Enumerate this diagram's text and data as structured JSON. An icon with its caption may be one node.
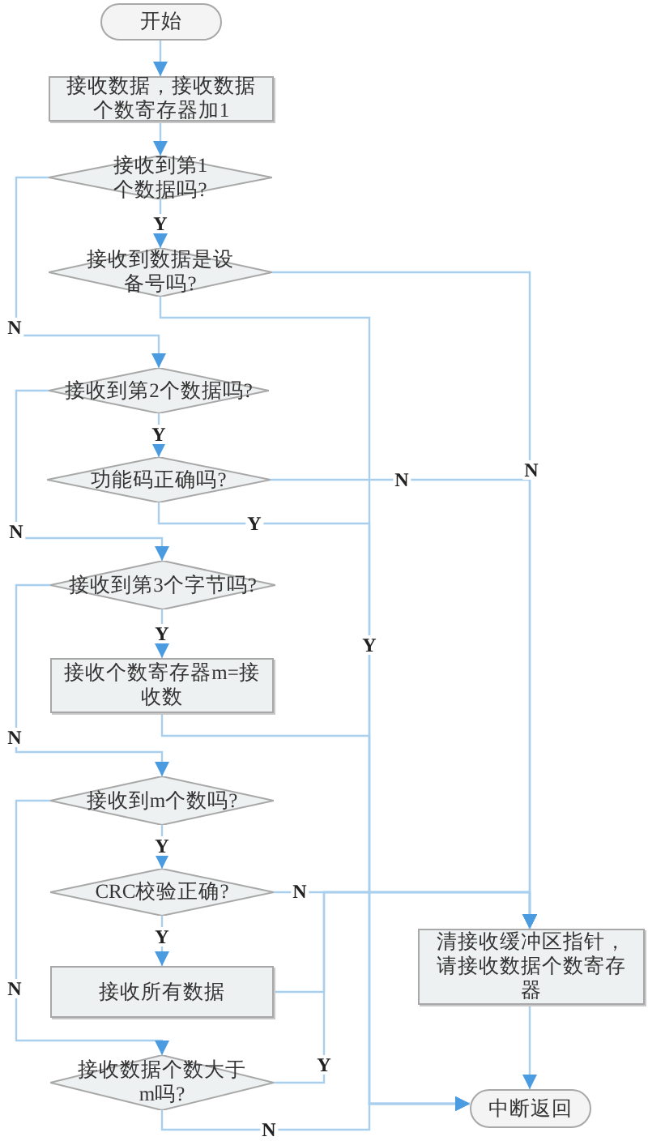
{
  "diagram": {
    "nodes": [
      {
        "text": [
          "开始"
        ]
      },
      {
        "text": [
          "接收数据，接收数据个数寄存器加1"
        ]
      },
      {
        "text": [
          "接收到第1个数据吗?"
        ]
      },
      {
        "text": [
          "接收到数据是设备号吗?"
        ]
      },
      {
        "text": [
          "接收到第2个数据吗?"
        ]
      },
      {
        "text": [
          "功能码正确吗?"
        ]
      },
      {
        "text": [
          "接收到第3个字节吗?"
        ]
      },
      {
        "text": [
          "接收个数寄存器m=接收数"
        ]
      },
      {
        "text": [
          "接收到m个数吗?"
        ]
      },
      {
        "text": [
          "CRC校验正确?"
        ]
      },
      {
        "text": [
          "接收所有数据"
        ]
      },
      {
        "text": [
          "接收数据个数大于m吗?"
        ]
      },
      {
        "text": [
          "清接收缓冲区指针，请接收数据个数寄存器"
        ]
      },
      {
        "text": [
          "中断返回"
        ]
      }
    ],
    "edges": [
      {
        "from": 0,
        "to": 1,
        "arrow": "to"
      },
      {
        "from": 1,
        "to": 2,
        "arrow": "to"
      },
      {
        "from": 2,
        "to": 3,
        "arrow": "to",
        "label": "Y"
      },
      {
        "from": 2,
        "to": 4,
        "arrow": "to",
        "label": "N"
      },
      {
        "from": 3,
        "to": 12,
        "arrow": "to",
        "label": "N"
      },
      {
        "from": 3,
        "to": 13,
        "arrow": "to",
        "label": "Y"
      },
      {
        "from": 4,
        "to": 5,
        "arrow": "to",
        "label": "Y"
      },
      {
        "from": 4,
        "to": 6,
        "arrow": "to",
        "label": "N"
      },
      {
        "from": 5,
        "to": 12,
        "arrow": "to",
        "label": "N"
      },
      {
        "from": 5,
        "to": 13,
        "arrow": "to",
        "label": "Y"
      },
      {
        "from": 6,
        "to": 7,
        "arrow": "to",
        "label": "Y"
      },
      {
        "from": 6,
        "to": 8,
        "arrow": "to",
        "label": "N"
      },
      {
        "from": 7,
        "to": 13,
        "arrow": "to"
      },
      {
        "from": 8,
        "to": 9,
        "arrow": "to",
        "label": "Y"
      },
      {
        "from": 8,
        "to": 11,
        "arrow": "to",
        "label": "N"
      },
      {
        "from": 9,
        "to": 10,
        "arrow": "to",
        "label": "Y"
      },
      {
        "from": 9,
        "to": 12,
        "arrow": "to",
        "label": "N"
      },
      {
        "from": 10,
        "to": 12,
        "arrow": "to"
      },
      {
        "from": 11,
        "to": 12,
        "arrow": "to",
        "label": "Y"
      },
      {
        "from": 11,
        "to": 13,
        "arrow": "to",
        "label": "N"
      },
      {
        "from": 12,
        "to": 13,
        "arrow": "to"
      }
    ]
  }
}
